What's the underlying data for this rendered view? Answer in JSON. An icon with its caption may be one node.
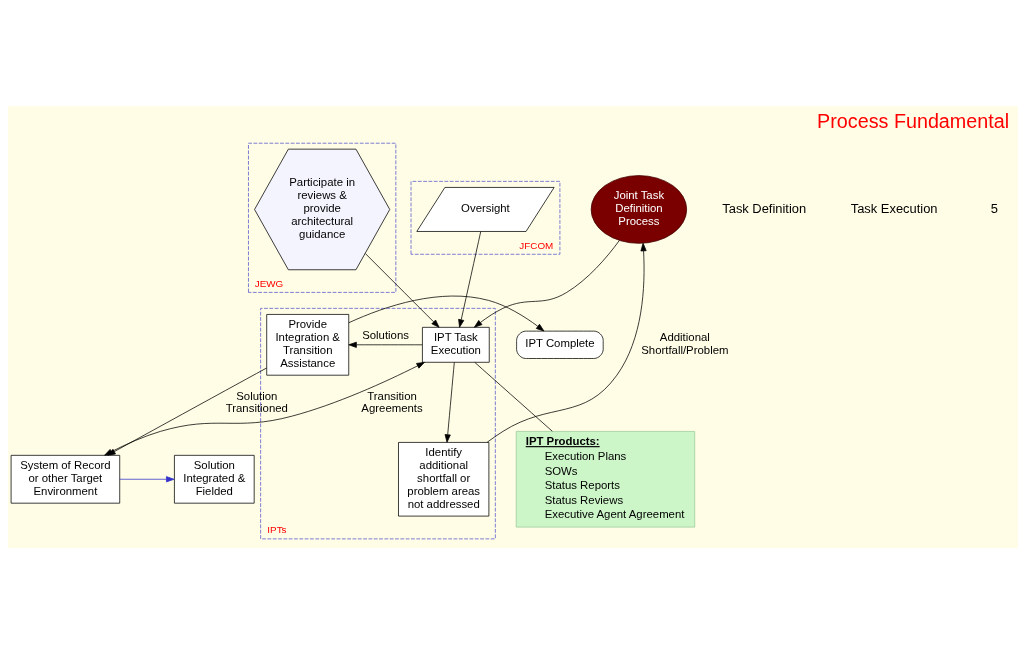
{
  "diagram": {
    "title": "Process Fundamental",
    "nodes": [
      {
        "text": [
          "Joint Task Definition Process"
        ]
      },
      {
        "text": [
          "JEWG"
        ]
      },
      {
        "text": [
          "Participate in reviews & provide architectural guidance"
        ],
        "in": 1
      },
      {
        "text": [
          "JFCOM"
        ]
      },
      {
        "text": [
          "Oversight"
        ],
        "in": 3
      },
      {
        "text": [
          "IPTs"
        ]
      },
      {
        "text": [
          "IPT Task Execution"
        ],
        "in": 5
      },
      {
        "text": [
          "Provide Integration & Transition Assistance"
        ],
        "in": 5
      },
      {
        "text": [
          "Identify additional shortfall or problem areas not addressed"
        ],
        "in": 5
      },
      {
        "text": [
          "IPT Complete"
        ]
      },
      {
        "text": [
          "System of Record or other Target Environment"
        ]
      },
      {
        "text": [
          "Solution Integrated & Fielded"
        ]
      },
      {
        "text": [
          "IPT Products:",
          "Execution Plans",
          "SOWs",
          "Status Reports",
          "Status Reviews",
          "Executive Agent Agreement"
        ]
      }
    ],
    "edges": [
      {
        "from": 0,
        "to": 6,
        "arrow": "to"
      },
      {
        "from": 2,
        "to": 6,
        "arrow": "to"
      },
      {
        "from": 4,
        "to": 6,
        "arrow": "to"
      },
      {
        "from": 6,
        "to": 7,
        "arrow": "to",
        "label": "Solutions"
      },
      {
        "from": 7,
        "to": 9,
        "arrow": "to"
      },
      {
        "from": 6,
        "to": 8,
        "arrow": "to"
      },
      {
        "from": 7,
        "to": 10,
        "arrow": "to",
        "label": "Solution Transitioned"
      },
      {
        "from": 6,
        "to": 10,
        "arrow": "both",
        "label": "Transition Agreements"
      },
      {
        "from": 10,
        "to": 11,
        "arrow": "to",
        "color": "#3333cc"
      },
      {
        "from": 8,
        "to": 0,
        "arrow": "to",
        "label": "Additional Shortfall/Problem"
      },
      {
        "from": 12,
        "to": 6,
        "arrow": "none"
      }
    ],
    "labels": [
      "Task Definition",
      "Task Execution",
      "5"
    ]
  }
}
